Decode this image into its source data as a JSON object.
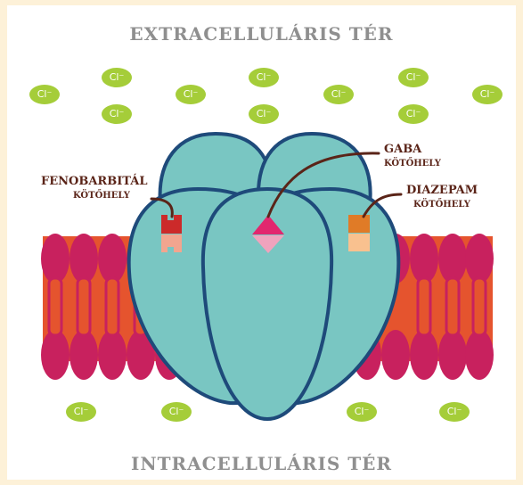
{
  "titles": {
    "top": "EXTRACELLULÁRIS TÉR",
    "bottom": "INTRACELLULÁRIS TÉR"
  },
  "ion_label": "Cl⁻",
  "sites": {
    "gaba": {
      "name": "GABA",
      "sub": "KÖTŐHELY"
    },
    "phenobarbital": {
      "name": "FENOBARBITÁL",
      "sub": "KÖTŐHELY"
    },
    "diazepam": {
      "name": "DIAZEPAM",
      "sub": "KÖTŐHELY"
    }
  },
  "colors": {
    "background": "#fdf1d8",
    "ion": "#a5cd39",
    "membrane_head": "#c8215e",
    "membrane_tail": "#e5542e",
    "receptor": "#79c6c2",
    "receptor_outline": "#1e4a7a",
    "label_text": "#5a2418",
    "title_text": "#8f8f8f"
  }
}
